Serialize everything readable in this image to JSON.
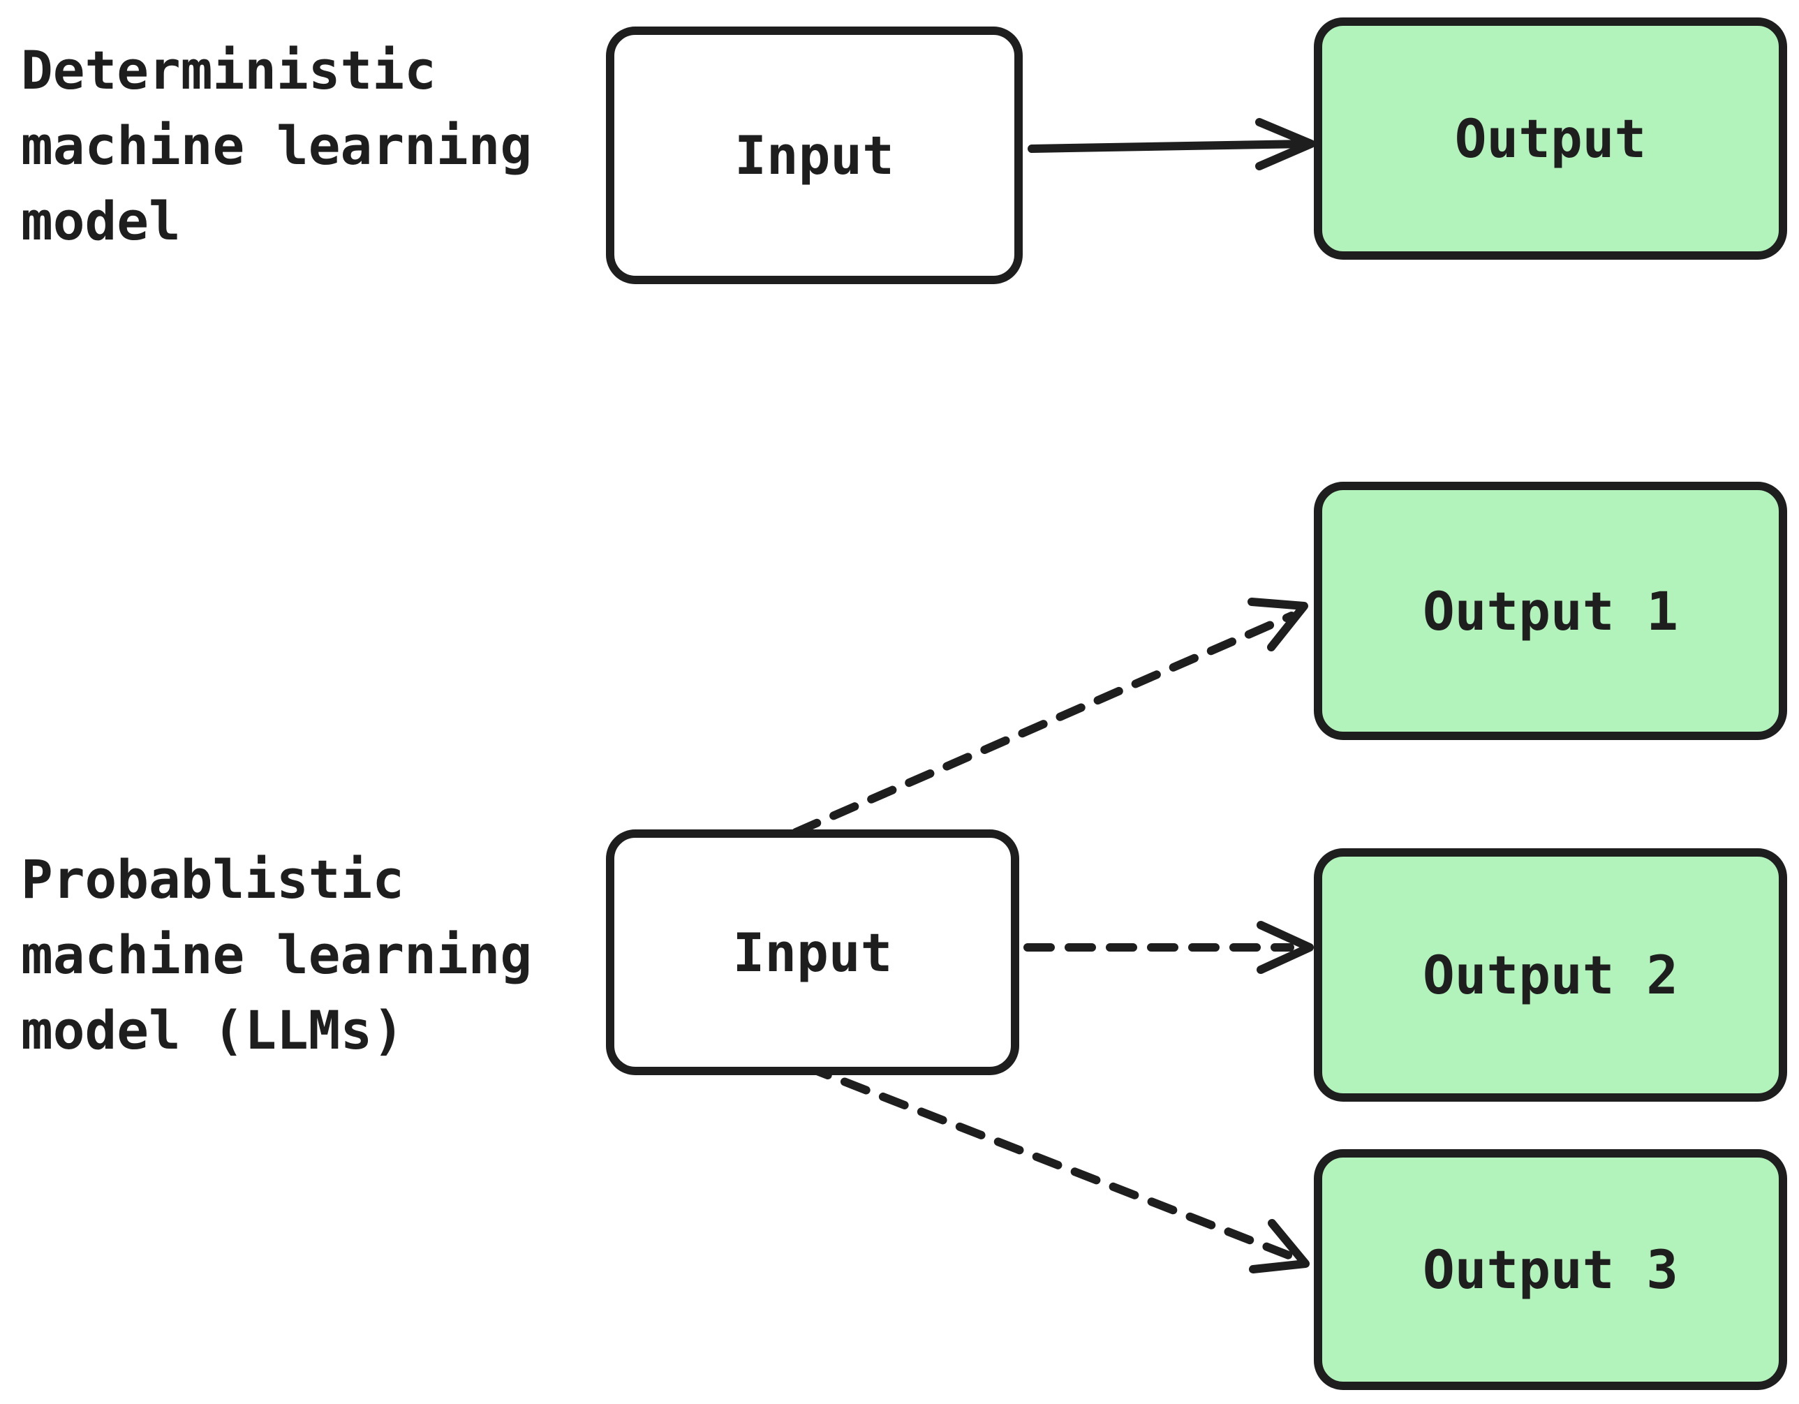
{
  "palette": {
    "background": "#ffffff",
    "stroke": "#1e1e1e",
    "green_fill": "#b2f2bb",
    "white_fill": "#ffffff"
  },
  "sections": {
    "deterministic": {
      "label": "Deterministic\nmachine learning\nmodel",
      "input": {
        "label": "Input"
      },
      "output": {
        "label": "Output"
      }
    },
    "probablistic": {
      "label": "Probablistic\nmachine learning\nmodel (LLMs)",
      "input": {
        "label": "Input"
      },
      "outputs": [
        {
          "label": "Output 1"
        },
        {
          "label": "Output 2"
        },
        {
          "label": "Output 3"
        }
      ]
    }
  }
}
